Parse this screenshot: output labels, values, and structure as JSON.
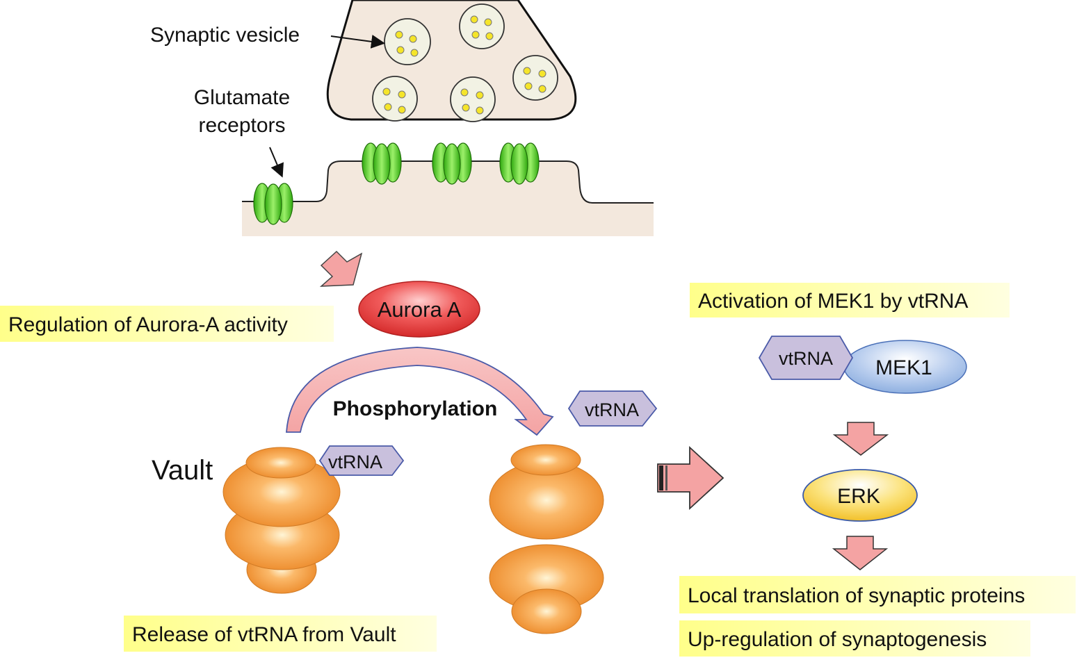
{
  "labels": {
    "synaptic_vesicle": "Synaptic vesicle",
    "glutamate_line1": "Glutamate",
    "glutamate_line2": "receptors",
    "aurora_a": "Aurora A",
    "regulation_aurora": "Regulation of Aurora-A activity",
    "phosphorylation": "Phosphorylation",
    "vault": "Vault",
    "vtrna": "vtRNA",
    "release_vtrna": "Release of vtRNA from Vault",
    "activation_mek1": "Activation of MEK1 by vtRNA",
    "mek1": "MEK1",
    "erk": "ERK",
    "local_translation": "Local translation of synaptic proteins",
    "upregulation": "Up-regulation of synaptogenesis"
  },
  "colors": {
    "highlight": "#ffff99",
    "terminal": "#f3e8dd",
    "receptor": "#44c417",
    "vault": "#f59a3a",
    "vtrna": "#c9c0dd",
    "arrow": "#f4a3a3",
    "aurora": "#e33a3a",
    "mek1": "#a9c4ea",
    "erk": "#f7d64a"
  }
}
